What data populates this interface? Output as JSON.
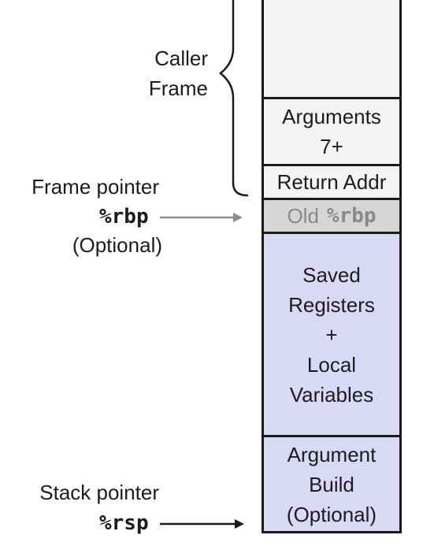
{
  "caller_frame": {
    "line1": "Caller",
    "line2": "Frame"
  },
  "stack": {
    "arguments": {
      "line1": "Arguments",
      "line2": "7+"
    },
    "return_addr": "Return Addr",
    "old_rbp": {
      "prefix": "Old",
      "reg": "%rbp"
    },
    "saved_registers": {
      "line1": "Saved",
      "line2": "Registers",
      "line3": "+",
      "line4": "Local",
      "line5": "Variables"
    },
    "argument_build": {
      "line1": "Argument",
      "line2": "Build",
      "line3": "(Optional)"
    }
  },
  "frame_pointer": {
    "label": "Frame pointer",
    "reg": "%rbp",
    "note": "(Optional)",
    "arrow_color": "#8c8c8c"
  },
  "stack_pointer": {
    "label": "Stack pointer",
    "reg": "%rsp",
    "arrow_color": "#1a1a1a"
  },
  "colors": {
    "caller_cells": "#f3f3f3",
    "old_rbp_cell": "#d6d6d6",
    "current_frame_cells": "#d9d9f6",
    "border": "#1a1a1a"
  }
}
